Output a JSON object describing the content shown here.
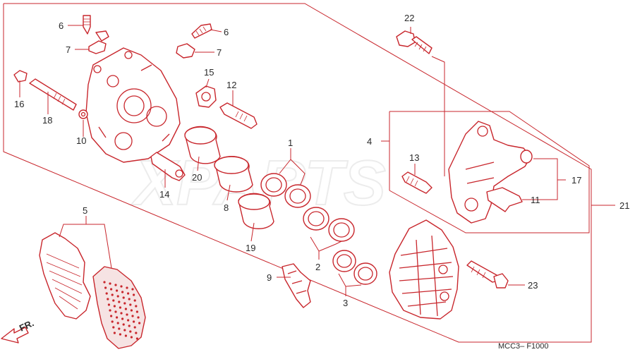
{
  "diagram": {
    "watermark": "XPARTS",
    "code": "MCC3– F1000",
    "direction_label": "FR.",
    "colors": {
      "line": "#c8262c",
      "text": "#2a2a2a"
    },
    "callouts": {
      "n1": "1",
      "n2": "2",
      "n3": "3",
      "n4": "4",
      "n5": "5",
      "n6a": "6",
      "n6b": "6",
      "n7a": "7",
      "n7b": "7",
      "n8": "8",
      "n9": "9",
      "n10": "10",
      "n11": "11",
      "n12": "12",
      "n13": "13",
      "n14": "14",
      "n15": "15",
      "n16": "16",
      "n17": "17",
      "n18": "18",
      "n19": "19",
      "n20": "20",
      "n21": "21",
      "n22": "22",
      "n23": "23"
    }
  }
}
